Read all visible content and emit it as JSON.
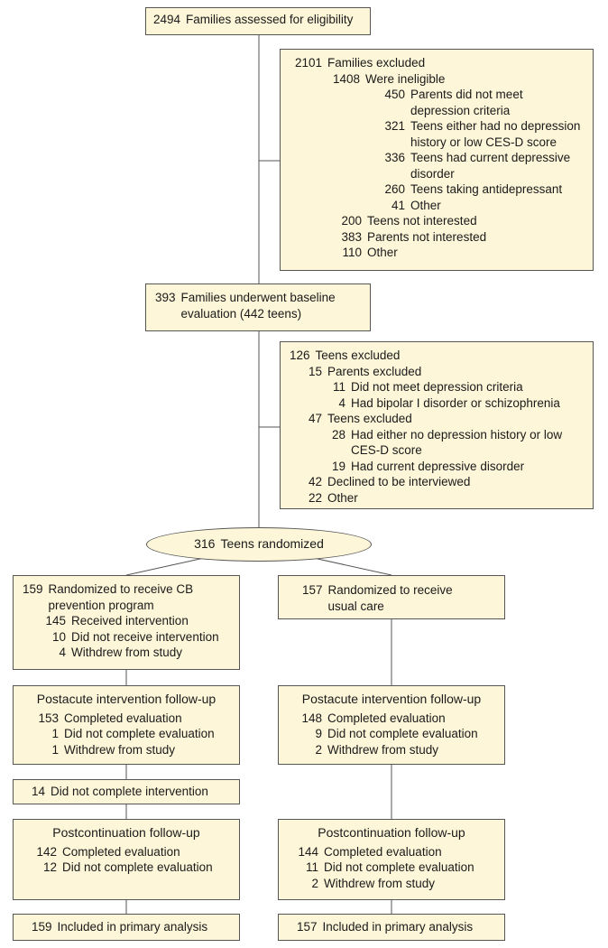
{
  "assessed": {
    "n": "2494",
    "label": "Families assessed for eligibility"
  },
  "excluded_families": {
    "n": "2101",
    "label": "Families excluded",
    "items": [
      {
        "n": "1408",
        "label": "Were ineligible",
        "sub": [
          {
            "n": "450",
            "label": "Parents did not meet depression criteria"
          },
          {
            "n": "321",
            "label": "Teens either had no depression history or low CES-D score"
          },
          {
            "n": "336",
            "label": "Teens had current depressive disorder"
          },
          {
            "n": "260",
            "label": "Teens taking antidepressant"
          },
          {
            "n": "41",
            "label": "Other"
          }
        ]
      },
      {
        "n": "200",
        "label": "Teens not interested"
      },
      {
        "n": "383",
        "label": "Parents not interested"
      },
      {
        "n": "110",
        "label": "Other"
      }
    ]
  },
  "baseline": {
    "n": "393",
    "label": "Families underwent baseline evaluation (442 teens)"
  },
  "excluded_teens": {
    "n": "126",
    "label": "Teens excluded",
    "items": [
      {
        "n": "15",
        "label": "Parents excluded",
        "sub": [
          {
            "n": "11",
            "label": "Did not meet depression criteria"
          },
          {
            "n": "4",
            "label": "Had bipolar I disorder or schizophrenia"
          }
        ]
      },
      {
        "n": "47",
        "label": "Teens excluded",
        "sub": [
          {
            "n": "28",
            "label": "Had either no depression history or low CES-D score"
          },
          {
            "n": "19",
            "label": "Had current depressive disorder"
          }
        ]
      },
      {
        "n": "42",
        "label": "Declined to be interviewed"
      },
      {
        "n": "22",
        "label": "Other"
      }
    ]
  },
  "randomized": {
    "n": "316",
    "label": "Teens randomized"
  },
  "arm_cb": {
    "n": "159",
    "label": "Randomized to receive CB prevention program",
    "items": [
      {
        "n": "145",
        "label": "Received intervention"
      },
      {
        "n": "10",
        "label": "Did not receive intervention"
      },
      {
        "n": "4",
        "label": "Withdrew from study"
      }
    ]
  },
  "arm_uc": {
    "n": "157",
    "label": "Randomized to receive usual care"
  },
  "postacute_cb": {
    "title": "Postacute intervention follow-up",
    "items": [
      {
        "n": "153",
        "label": "Completed evaluation"
      },
      {
        "n": "1",
        "label": "Did not complete evaluation"
      },
      {
        "n": "1",
        "label": "Withdrew from study"
      }
    ]
  },
  "postacute_uc": {
    "title": "Postacute intervention follow-up",
    "items": [
      {
        "n": "148",
        "label": "Completed evaluation"
      },
      {
        "n": "9",
        "label": "Did not complete evaluation"
      },
      {
        "n": "2",
        "label": "Withdrew from study"
      }
    ]
  },
  "incomplete_cb": {
    "n": "14",
    "label": "Did not complete intervention"
  },
  "postcont_cb": {
    "title": "Postcontinuation follow-up",
    "items": [
      {
        "n": "142",
        "label": "Completed evaluation"
      },
      {
        "n": "12",
        "label": "Did not complete evaluation"
      }
    ]
  },
  "postcont_uc": {
    "title": "Postcontinuation follow-up",
    "items": [
      {
        "n": "144",
        "label": "Completed evaluation"
      },
      {
        "n": "11",
        "label": "Did not complete evaluation"
      },
      {
        "n": "2",
        "label": "Withdrew from study"
      }
    ]
  },
  "analysis_cb": {
    "n": "159",
    "label": "Included in primary analysis"
  },
  "analysis_uc": {
    "n": "157",
    "label": "Included in primary analysis"
  },
  "colors": {
    "box_fill": "#fdf6d8",
    "border": "#555555"
  }
}
